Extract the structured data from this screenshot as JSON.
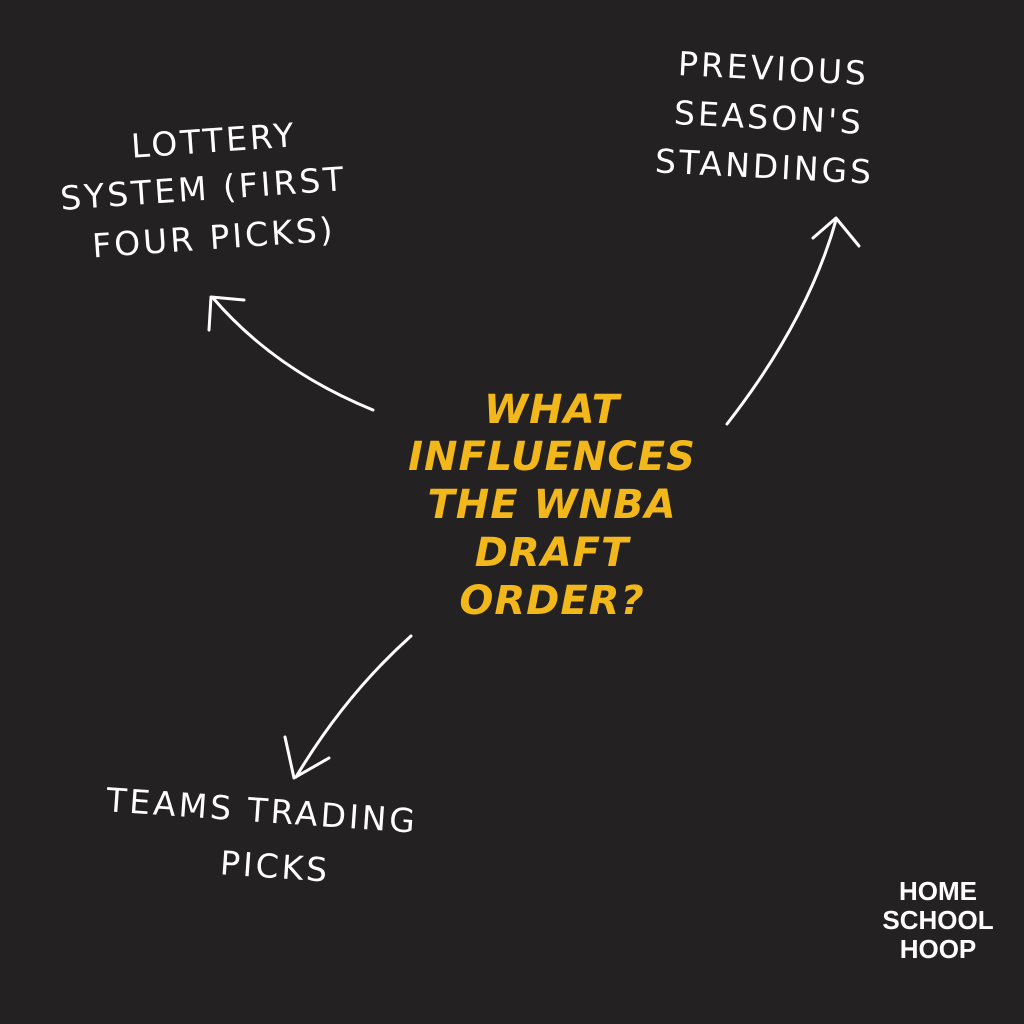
{
  "colors": {
    "background": "#232122",
    "text": "#ffffff",
    "accent": "#f2b71a"
  },
  "center": {
    "lines": [
      "WHAT",
      "INFLUENCES",
      "THE WNBA",
      "DRAFT",
      "ORDER?"
    ]
  },
  "nodes": {
    "lottery": {
      "lines": [
        "LOTTERY",
        "SYSTEM (FIRST",
        "FOUR PICKS)"
      ]
    },
    "standings": {
      "lines": [
        "PREVIOUS",
        "SEASON'S",
        "STANDINGS"
      ]
    },
    "trading": {
      "lines": [
        "TEAMS TRADING",
        "PICKS"
      ]
    }
  },
  "logo": {
    "lines": [
      "HOME",
      "SCHOOL",
      "HOOP"
    ]
  }
}
